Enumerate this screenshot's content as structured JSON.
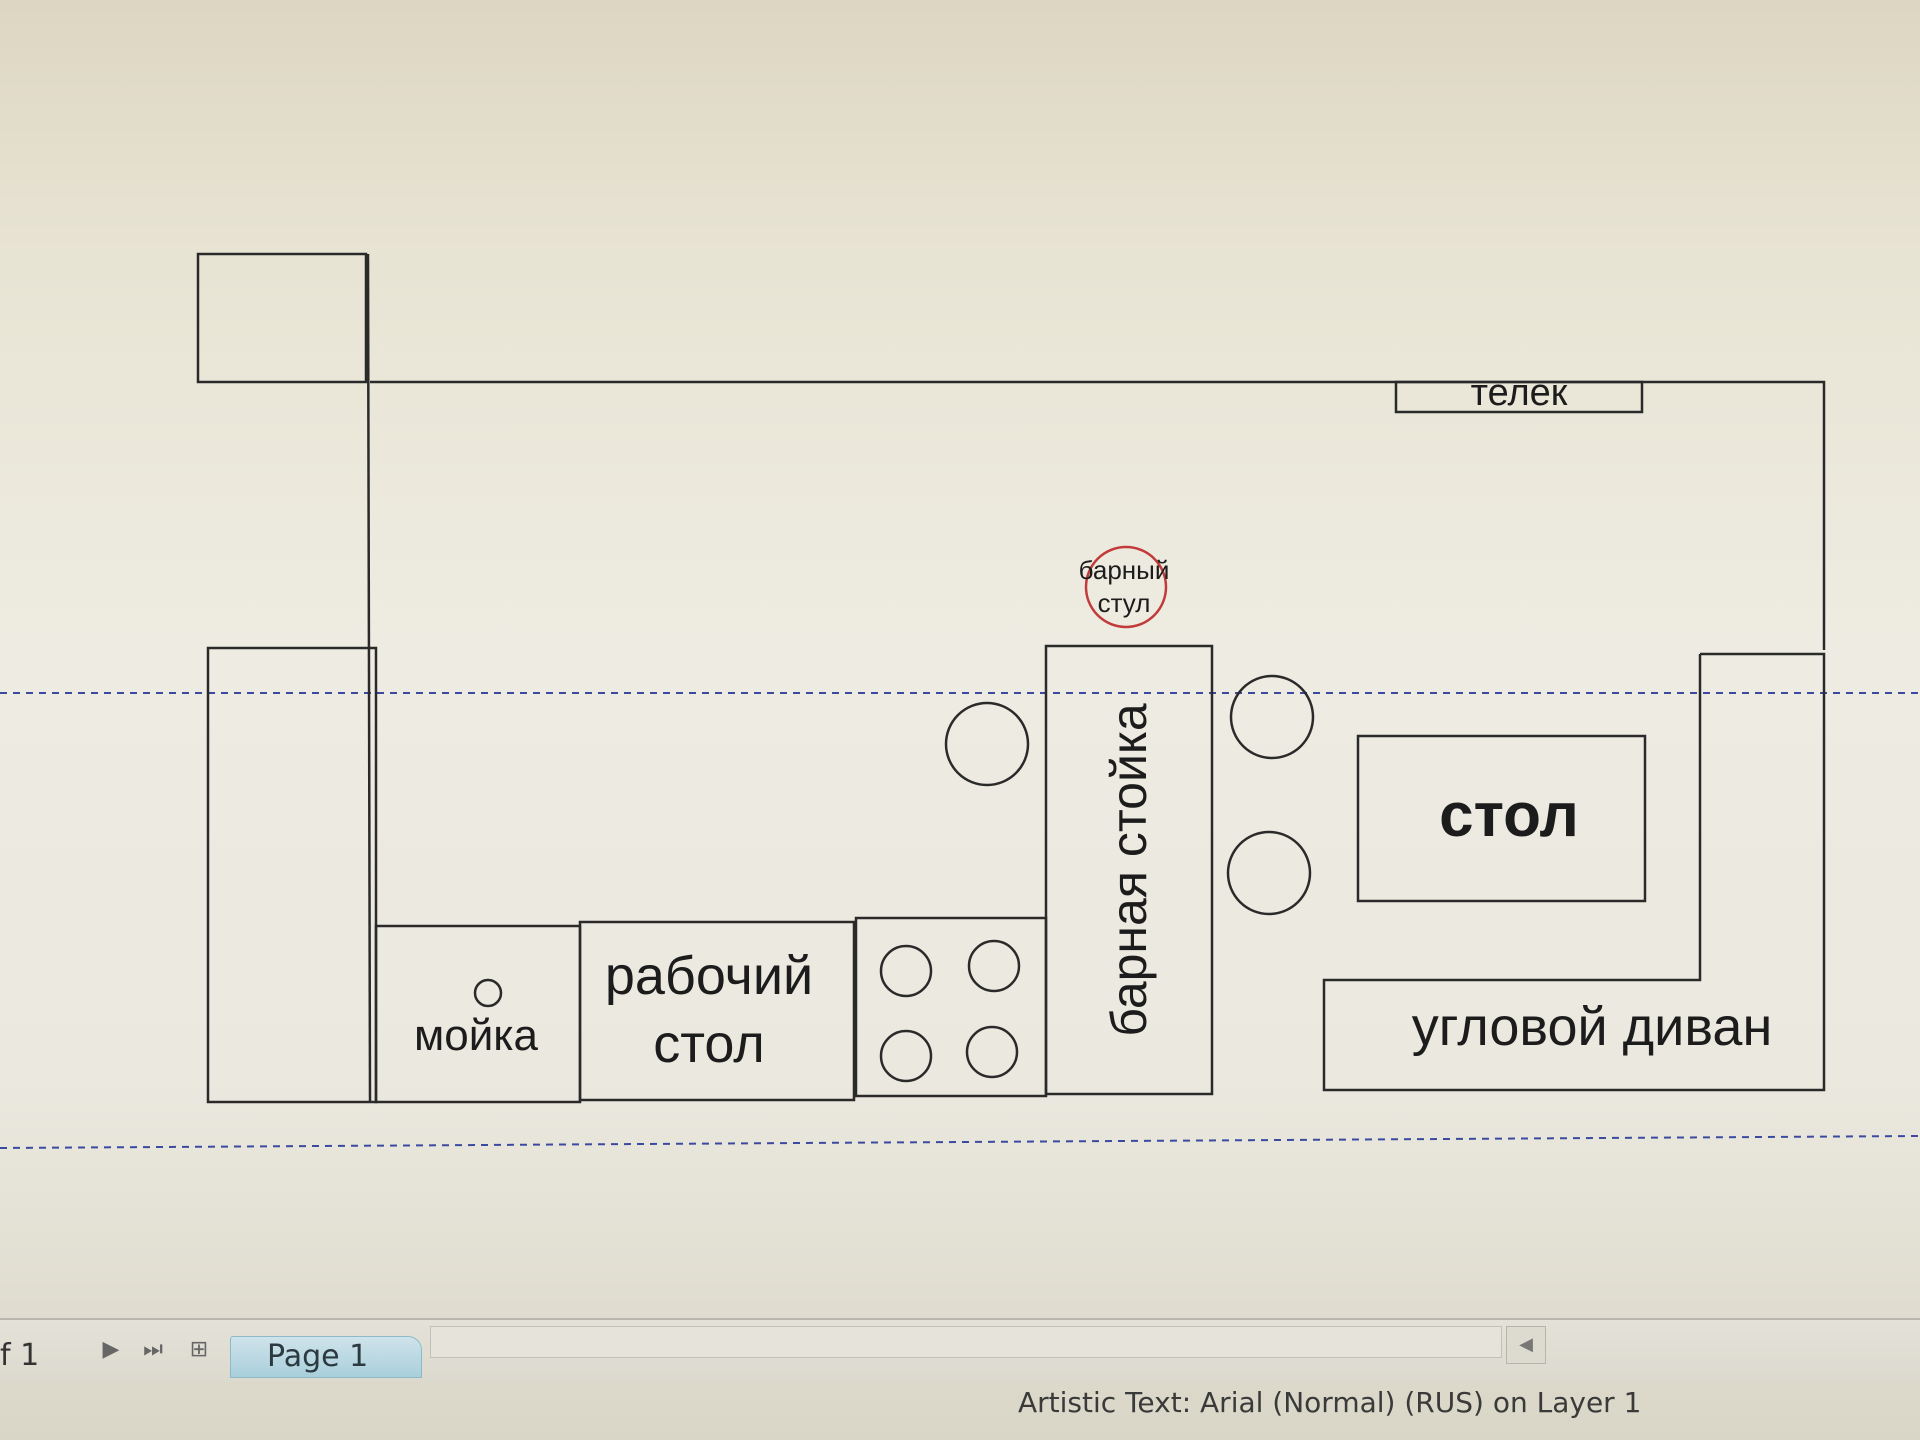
{
  "plan": {
    "labels": {
      "tv": "телек",
      "bar_stool": [
        "барный",
        "стул"
      ],
      "bar_counter": "барная стойка",
      "table": "стол",
      "work_table": [
        "рабочий",
        "стол"
      ],
      "sink": "мойка",
      "corner_sofa": "угловой диван"
    }
  },
  "tabbar": {
    "page_count_fragment": "f 1",
    "page_tab_label": "Page 1"
  },
  "status_bar": {
    "text": "Artistic Text: Arial (Normal) (RUS) on Layer 1"
  },
  "colors": {
    "guide": "#3b4aa0",
    "tab_fill": "#a9cfdc",
    "stool_selection": "#c23b3b"
  },
  "icons": {
    "next_page": "triangle-right-icon",
    "last_page": "skip-to-end-icon",
    "add_page": "add-page-icon",
    "scroll_left": "triangle-left-icon"
  }
}
